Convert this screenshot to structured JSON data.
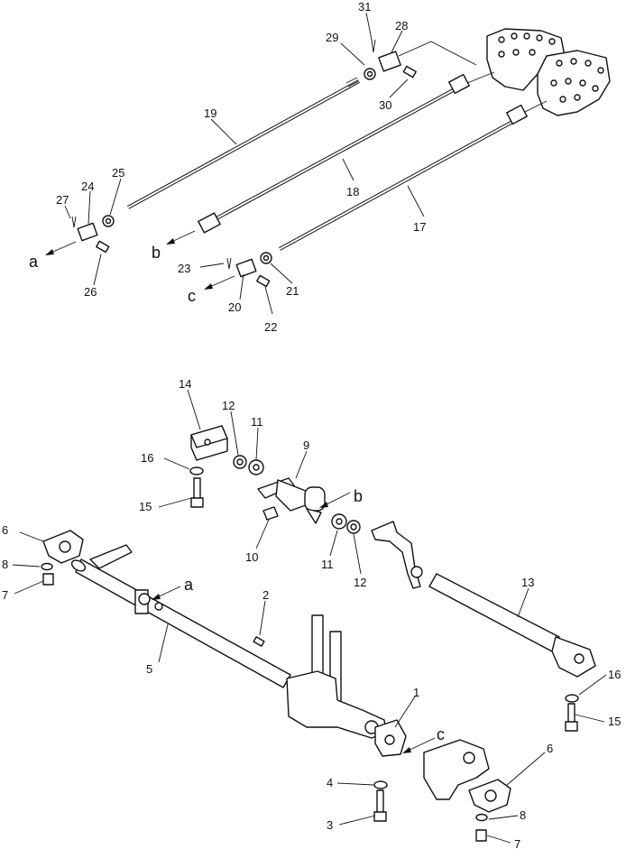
{
  "diagram": {
    "callouts": [
      {
        "id": "c31",
        "text": "31"
      },
      {
        "id": "c28",
        "text": "28"
      },
      {
        "id": "c29",
        "text": "29"
      },
      {
        "id": "c30",
        "text": "30"
      },
      {
        "id": "c19",
        "text": "19"
      },
      {
        "id": "c18",
        "text": "18"
      },
      {
        "id": "c17",
        "text": "17"
      },
      {
        "id": "c25",
        "text": "25"
      },
      {
        "id": "c24",
        "text": "24"
      },
      {
        "id": "c27",
        "text": "27"
      },
      {
        "id": "c26",
        "text": "26"
      },
      {
        "id": "c23",
        "text": "23"
      },
      {
        "id": "c21",
        "text": "21"
      },
      {
        "id": "c20",
        "text": "20"
      },
      {
        "id": "c22",
        "text": "22"
      },
      {
        "id": "c14",
        "text": "14"
      },
      {
        "id": "c12a",
        "text": "12"
      },
      {
        "id": "c11a",
        "text": "11"
      },
      {
        "id": "c9",
        "text": "9"
      },
      {
        "id": "c16a",
        "text": "16"
      },
      {
        "id": "c15a",
        "text": "15"
      },
      {
        "id": "c10",
        "text": "10"
      },
      {
        "id": "c11b",
        "text": "11"
      },
      {
        "id": "c12b",
        "text": "12"
      },
      {
        "id": "c13",
        "text": "13"
      },
      {
        "id": "c6a",
        "text": "6"
      },
      {
        "id": "c8a",
        "text": "8"
      },
      {
        "id": "c7a",
        "text": "7"
      },
      {
        "id": "c2",
        "text": "2"
      },
      {
        "id": "c5",
        "text": "5"
      },
      {
        "id": "c16b",
        "text": "16"
      },
      {
        "id": "c15b",
        "text": "15"
      },
      {
        "id": "c1",
        "text": "1"
      },
      {
        "id": "c4",
        "text": "4"
      },
      {
        "id": "c3",
        "text": "3"
      },
      {
        "id": "c6b",
        "text": "6"
      },
      {
        "id": "c8b",
        "text": "8"
      },
      {
        "id": "c7b",
        "text": "7"
      }
    ],
    "connection_letters": [
      {
        "id": "la1",
        "text": "a"
      },
      {
        "id": "lb1",
        "text": "b"
      },
      {
        "id": "lc1",
        "text": "c"
      },
      {
        "id": "lb2",
        "text": "b"
      },
      {
        "id": "la2",
        "text": "a"
      },
      {
        "id": "lc2",
        "text": "c"
      }
    ]
  }
}
